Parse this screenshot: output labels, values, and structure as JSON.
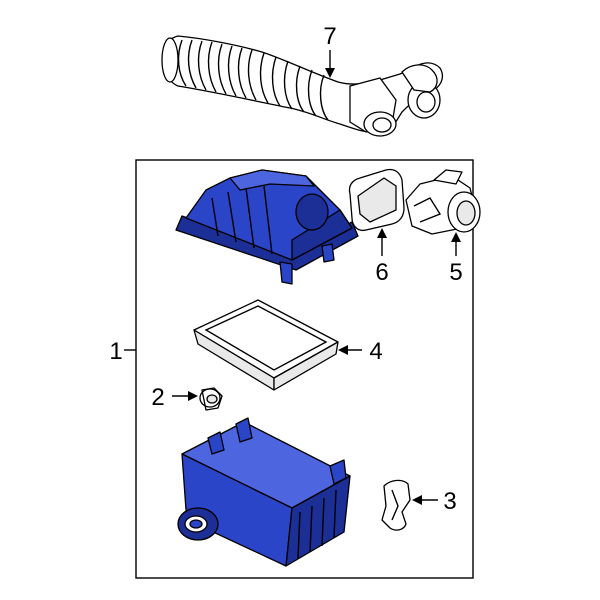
{
  "diagram": {
    "callouts": [
      {
        "id": "1",
        "label": "1"
      },
      {
        "id": "2",
        "label": "2"
      },
      {
        "id": "3",
        "label": "3"
      },
      {
        "id": "4",
        "label": "4"
      },
      {
        "id": "5",
        "label": "5"
      },
      {
        "id": "6",
        "label": "6"
      },
      {
        "id": "7",
        "label": "7"
      }
    ],
    "colors": {
      "part_fill": "#2b45c9",
      "outline": "#000000",
      "background": "#ffffff"
    }
  }
}
